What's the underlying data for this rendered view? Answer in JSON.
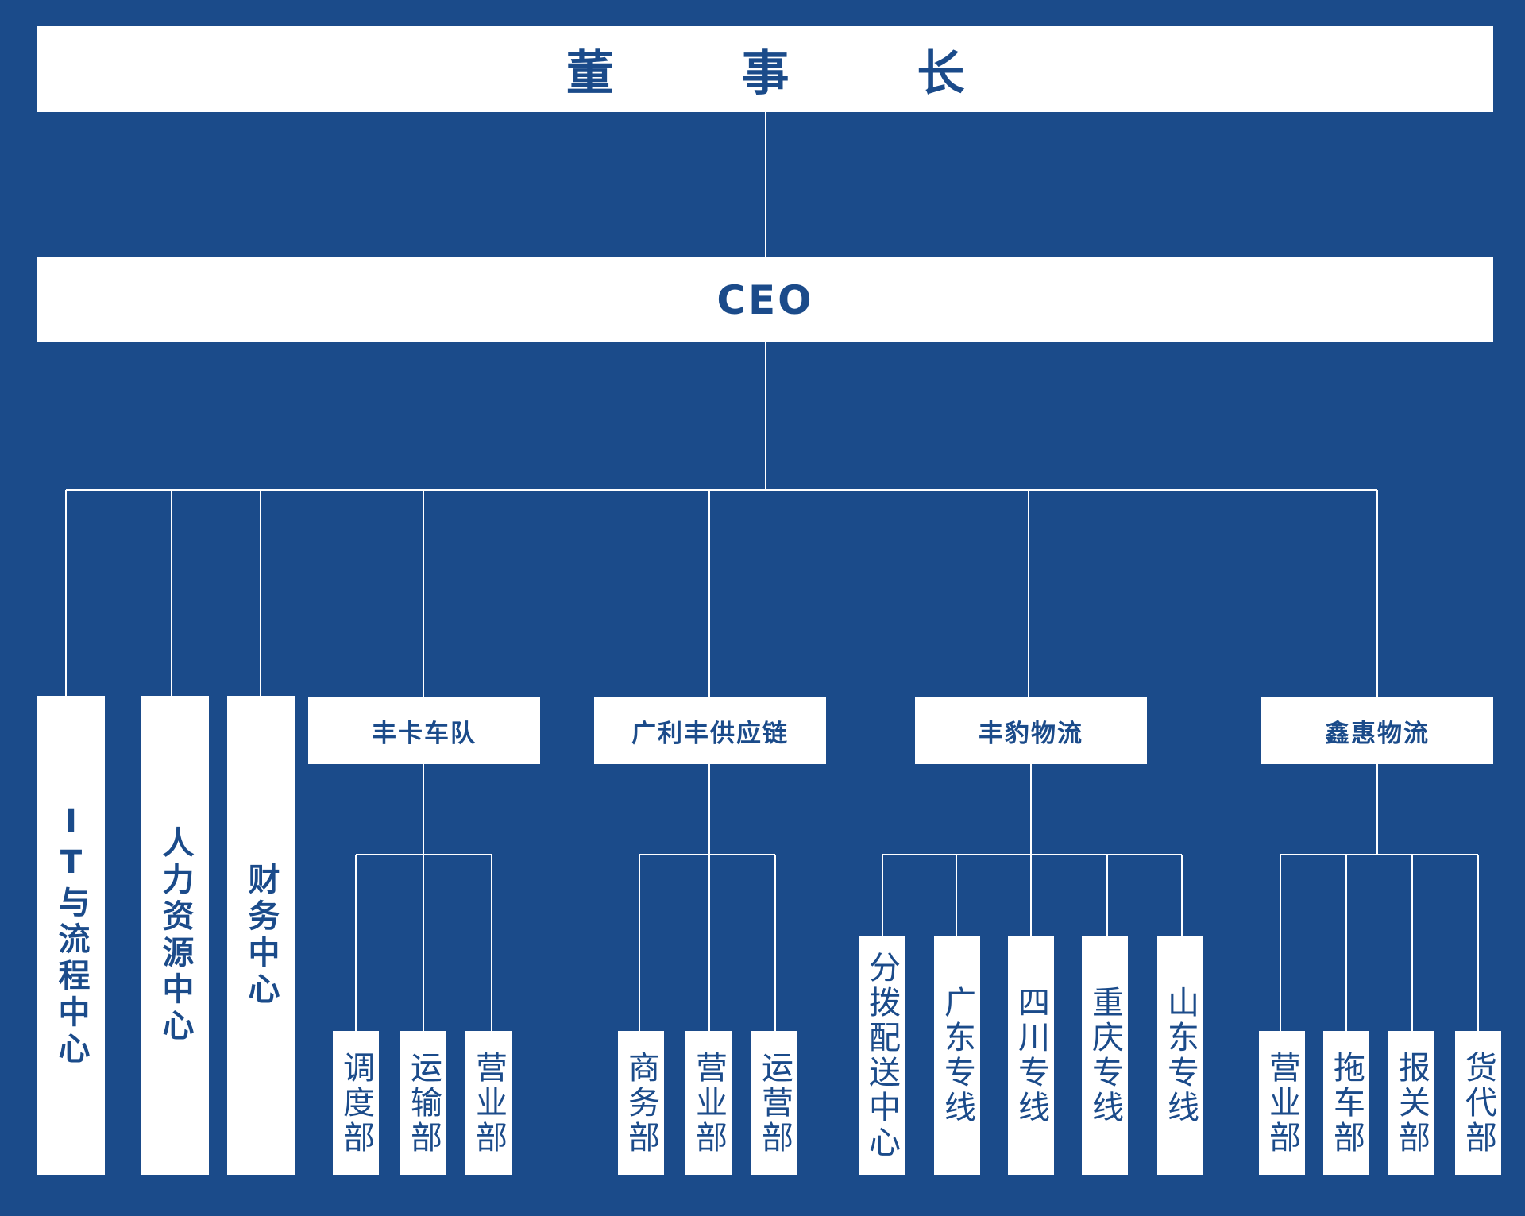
{
  "chairman": "董  事  长",
  "ceo": "CEO",
  "centers": [
    "IT与流程中心",
    "人力资源中心",
    "财务中心"
  ],
  "groups": [
    {
      "label": "丰卡车队",
      "departments": [
        "调度部",
        "运输部",
        "营业部"
      ]
    },
    {
      "label": "广利丰供应链",
      "departments": [
        "商务部",
        "营业部",
        "运营部"
      ]
    },
    {
      "label": "丰豹物流",
      "departments": [
        "分拨配送中心",
        "广东专线",
        "四川专线",
        "重庆专线",
        "山东专线"
      ]
    },
    {
      "label": "鑫惠物流",
      "departments": [
        "营业部",
        "拖车部",
        "报关部",
        "货代部"
      ]
    }
  ]
}
